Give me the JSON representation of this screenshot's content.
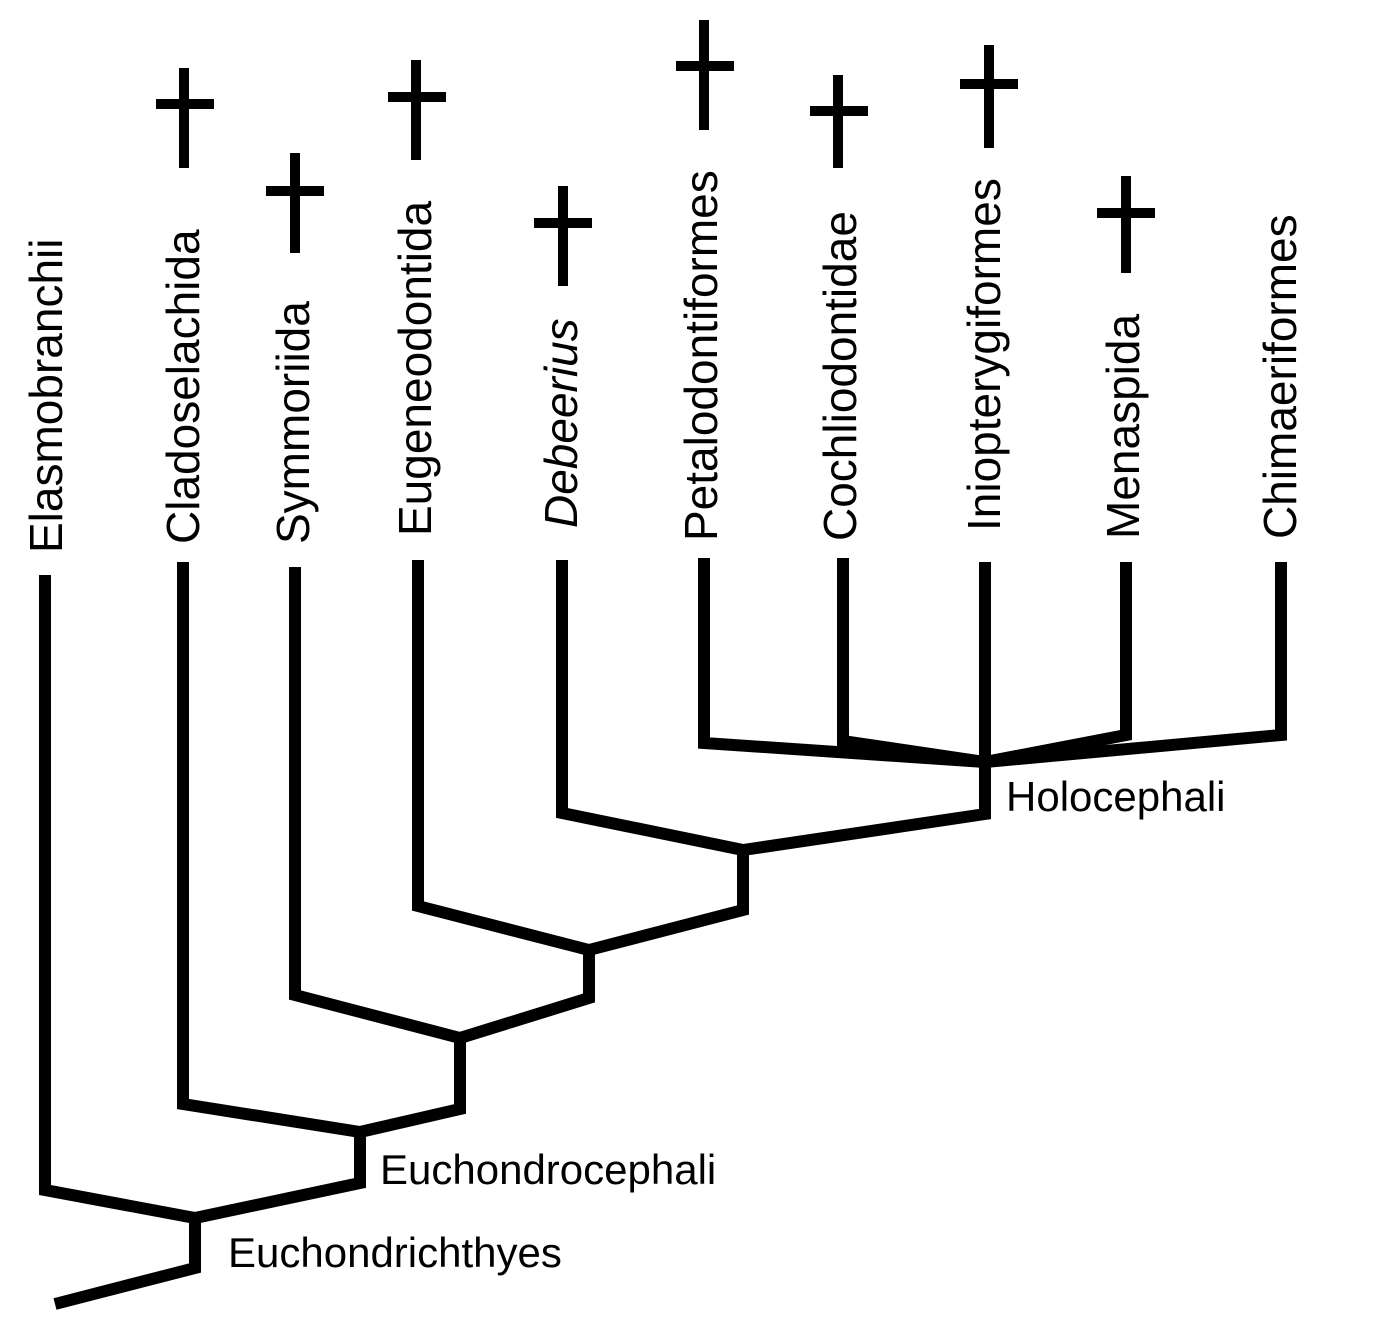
{
  "diagram": {
    "taxa": [
      {
        "id": "elasmobranchii",
        "name": "Elasmobranchii",
        "italic": false,
        "extinct": false
      },
      {
        "id": "cladoselachida",
        "name": "Cladoselachida",
        "italic": false,
        "extinct": true
      },
      {
        "id": "symmoriida",
        "name": "Symmoriida",
        "italic": false,
        "extinct": true
      },
      {
        "id": "eugeneodontida",
        "name": "Eugeneodontida",
        "italic": false,
        "extinct": true
      },
      {
        "id": "debeerius",
        "name": "Debeerius",
        "italic": true,
        "extinct": true
      },
      {
        "id": "petalodontiformes",
        "name": "Petalodontiformes",
        "italic": false,
        "extinct": true
      },
      {
        "id": "cochliodontidae",
        "name": "Cochliodontidae",
        "italic": false,
        "extinct": true
      },
      {
        "id": "iniopterygiformes",
        "name": "Iniopterygiformes",
        "italic": false,
        "extinct": true
      },
      {
        "id": "menaspida",
        "name": "Menaspida",
        "italic": false,
        "extinct": true
      },
      {
        "id": "chimaeriformes",
        "name": "Chimaeriformes",
        "italic": false,
        "extinct": false
      }
    ],
    "clades": [
      {
        "id": "holocephali",
        "name": "Holocephali"
      },
      {
        "id": "euchondrocephali",
        "name": "Euchondrocephali"
      },
      {
        "id": "euchondrichthyes",
        "name": "Euchondrichthyes"
      }
    ],
    "extinct_marker": "dagger-icon",
    "line_color": "#000000"
  }
}
